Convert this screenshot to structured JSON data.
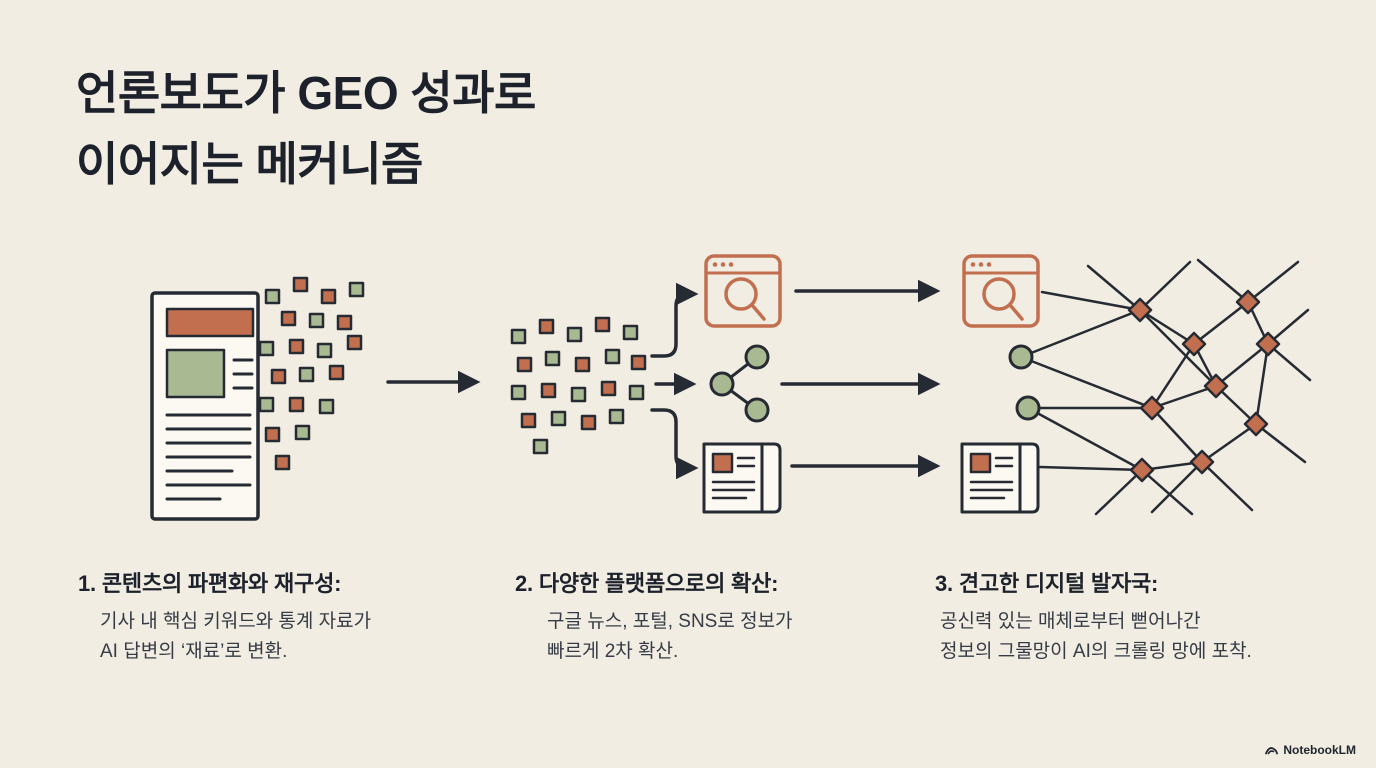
{
  "title": {
    "line1": "언론보도가 GEO 성과로",
    "line2": "이어지는 메커니즘"
  },
  "steps": [
    {
      "heading": "1. 콘텐츠의 파편화와 재구성:",
      "body_line1": "기사 내 핵심 키워드와 통계 자료가",
      "body_line2": "AI 답변의 ‘재료’로 변환."
    },
    {
      "heading": "2. 다양한 플랫폼으로의 확산:",
      "body_line1": "구글 뉴스, 포털, SNS로 정보가",
      "body_line2": "빠르게 2차 확산."
    },
    {
      "heading": "3. 견고한 디지털 발자국:",
      "body_line1": "공신력 있는 매체로부터 뻗어나간",
      "body_line2": "정보의 그물망이 AI의 크롤링 망에 포착."
    }
  ],
  "footer": {
    "brand": "NotebookLM"
  },
  "icons": {
    "source": "article-document-icon",
    "platforms": [
      "search-browser-icon",
      "share-icon",
      "newspaper-icon"
    ],
    "network": "crawler-network-mesh"
  },
  "colors": {
    "background": "#f2ede2",
    "ink": "#262b33",
    "accent_orange": "#c26f50",
    "accent_green": "#a9ba93"
  }
}
